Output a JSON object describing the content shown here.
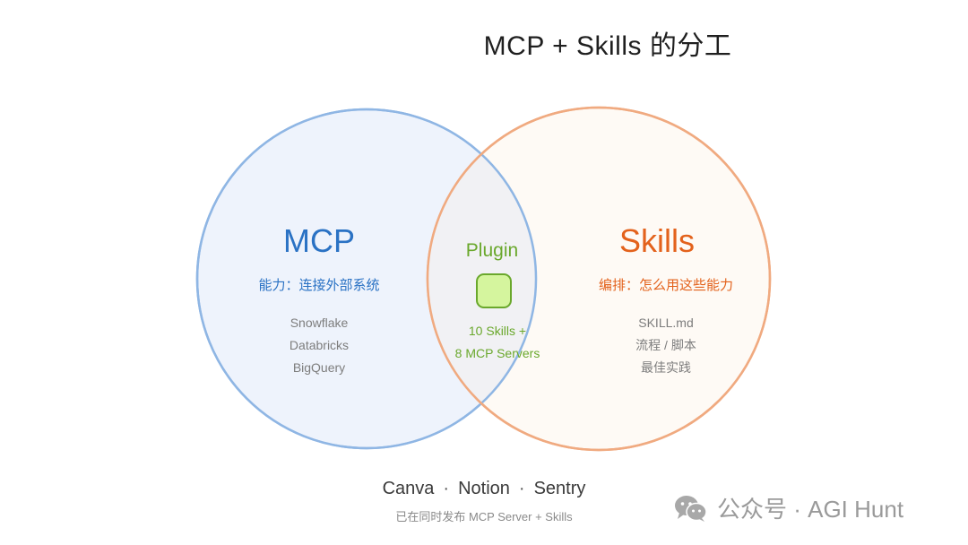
{
  "title": "MCP + Skills 的分工",
  "colors": {
    "mcp": "#2a72c4",
    "mcp_circle_stroke": "#8fb6e4",
    "mcp_circle_fill": "#eef3fc",
    "skills": "#e3621c",
    "skills_circle_stroke": "#f0aa80",
    "skills_circle_fill": "#fef8f2",
    "plugin": "#6aa82c",
    "plugin_box_fill": "#d5f59e",
    "muted_text": "#7d7d7d"
  },
  "mcp": {
    "label": "MCP",
    "subtitle": "能力：连接外部系统",
    "items": [
      "Snowflake",
      "Databricks",
      "BigQuery"
    ]
  },
  "plugin": {
    "label": "Plugin",
    "icon": "rounded-square-icon",
    "items": [
      "10 Skills +",
      "8 MCP Servers"
    ]
  },
  "skills": {
    "label": "Skills",
    "subtitle": "编排：怎么用这些能力",
    "items": [
      "SKILL.md",
      "流程 / 脚本",
      "最佳实践"
    ]
  },
  "footer": {
    "partners": [
      "Canva",
      "Notion",
      "Sentry"
    ],
    "separator": "·",
    "released": "已在同时发布 MCP Server + Skills"
  },
  "watermark": {
    "icon": "wechat-icon",
    "text": "公众号 · AGI Hunt"
  }
}
